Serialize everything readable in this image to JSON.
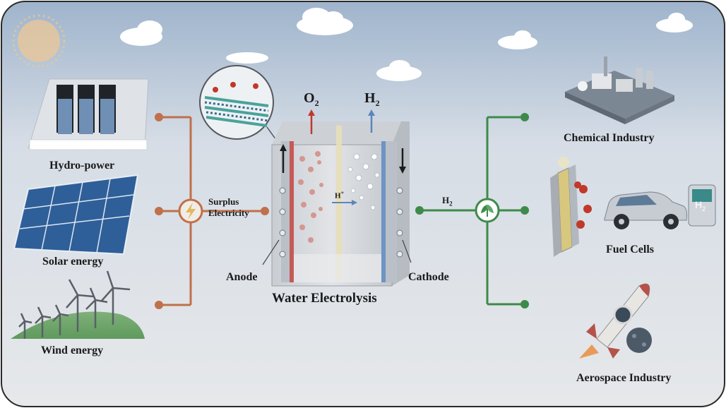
{
  "sources": {
    "hydro": "Hydro-power",
    "solar": "Solar energy",
    "wind": "Wind energy"
  },
  "surplus": {
    "line1": "Surplus",
    "line2": "Electricity"
  },
  "electrolyzer": {
    "title": "Water Electrolysis",
    "anode": "Anode",
    "cathode": "Cathode",
    "o2": "O",
    "o2_sub": "2",
    "h2": "H",
    "h2_sub": "2",
    "proton": "H",
    "proton_sup": "+"
  },
  "output": {
    "h2": "H",
    "h2_sub": "2"
  },
  "uses": {
    "chemical": "Chemical Industry",
    "fuel": "Fuel Cells",
    "aero": "Aerospace Industry",
    "h2_sign": "H",
    "h2_sign_sub": "2"
  },
  "colors": {
    "feed_line": "#c0704a",
    "output_line": "#3e8a4a",
    "anode_red": "#c0392b",
    "cathode_blue": "#5b86b8"
  }
}
